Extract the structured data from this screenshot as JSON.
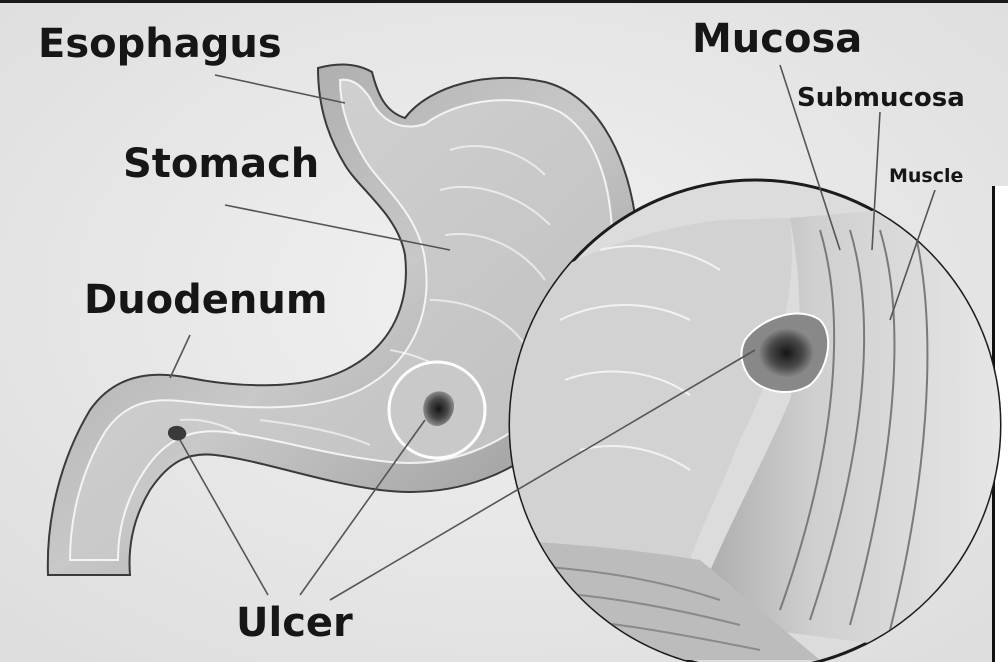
{
  "labels": {
    "esophagus": "Esophagus",
    "stomach": "Stomach",
    "duodenum": "Duodenum",
    "mucosa": "Mucosa",
    "submucosa": "Submucosa",
    "muscle": "Muscle",
    "ulcer": "Ulcer"
  },
  "colors": {
    "background": "#e9e9e9",
    "label_text": "#161616",
    "leader_line": "#555555",
    "organ_fill": "#b9b9b9",
    "ulcer_dark": "#2b2b2b"
  }
}
